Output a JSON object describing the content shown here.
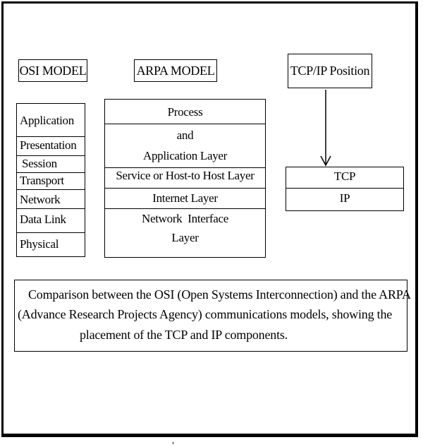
{
  "osi": {
    "title": "OSI MODEL",
    "layers": [
      "Application",
      "Presentation",
      "Session",
      "Transport",
      "Network",
      "Data Link",
      "Physical"
    ]
  },
  "arpa": {
    "title": "ARPA MODEL",
    "lines": [
      "Process",
      "and",
      "Application Layer",
      "Service or Host-to Host Layer",
      "Internet Layer",
      "Network  Interface",
      "Layer"
    ]
  },
  "tcpip": {
    "title": "TCP/IP Position",
    "components": [
      "TCP",
      "IP"
    ]
  },
  "caption": {
    "line1": "Comparison between the OSI (Open Systems Interconnection) and the ARPA",
    "line2": "(Advance Research Projects Agency) communications models, showing the",
    "line3": "placement of the TCP and IP components."
  }
}
